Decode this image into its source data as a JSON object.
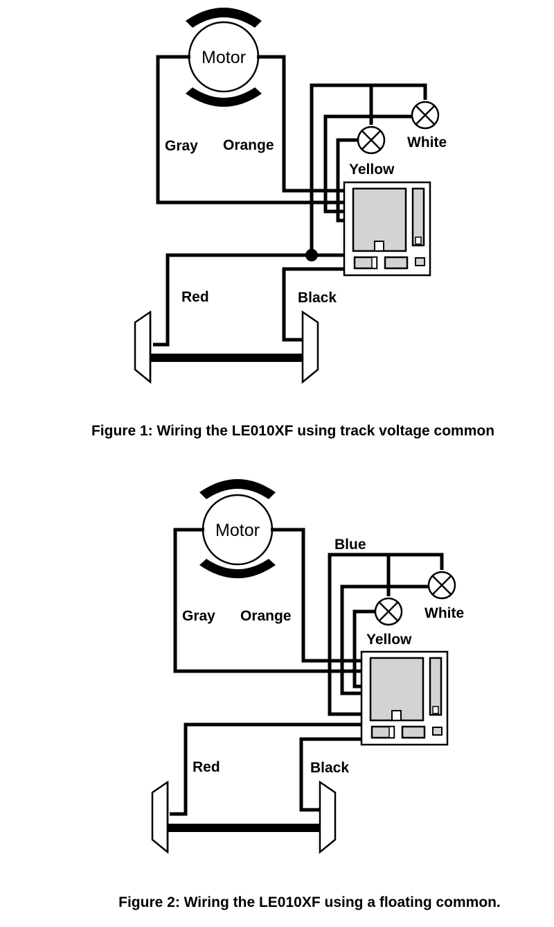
{
  "figure1": {
    "motor_label": "Motor",
    "wires": {
      "gray": "Gray",
      "orange": "Orange",
      "yellow": "Yellow",
      "white": "White",
      "red": "Red",
      "black": "Black"
    },
    "caption": "Figure 1: Wiring the LE010XF using track voltage common"
  },
  "figure2": {
    "motor_label": "Motor",
    "wires": {
      "gray": "Gray",
      "orange": "Orange",
      "blue": "Blue",
      "yellow": "Yellow",
      "white": "White",
      "red": "Red",
      "black": "Black"
    },
    "caption": "Figure 2: Wiring the LE010XF using a floating common."
  },
  "colors": {
    "line": "#000000",
    "chip": "#d3d3d3",
    "background": "#ffffff"
  }
}
